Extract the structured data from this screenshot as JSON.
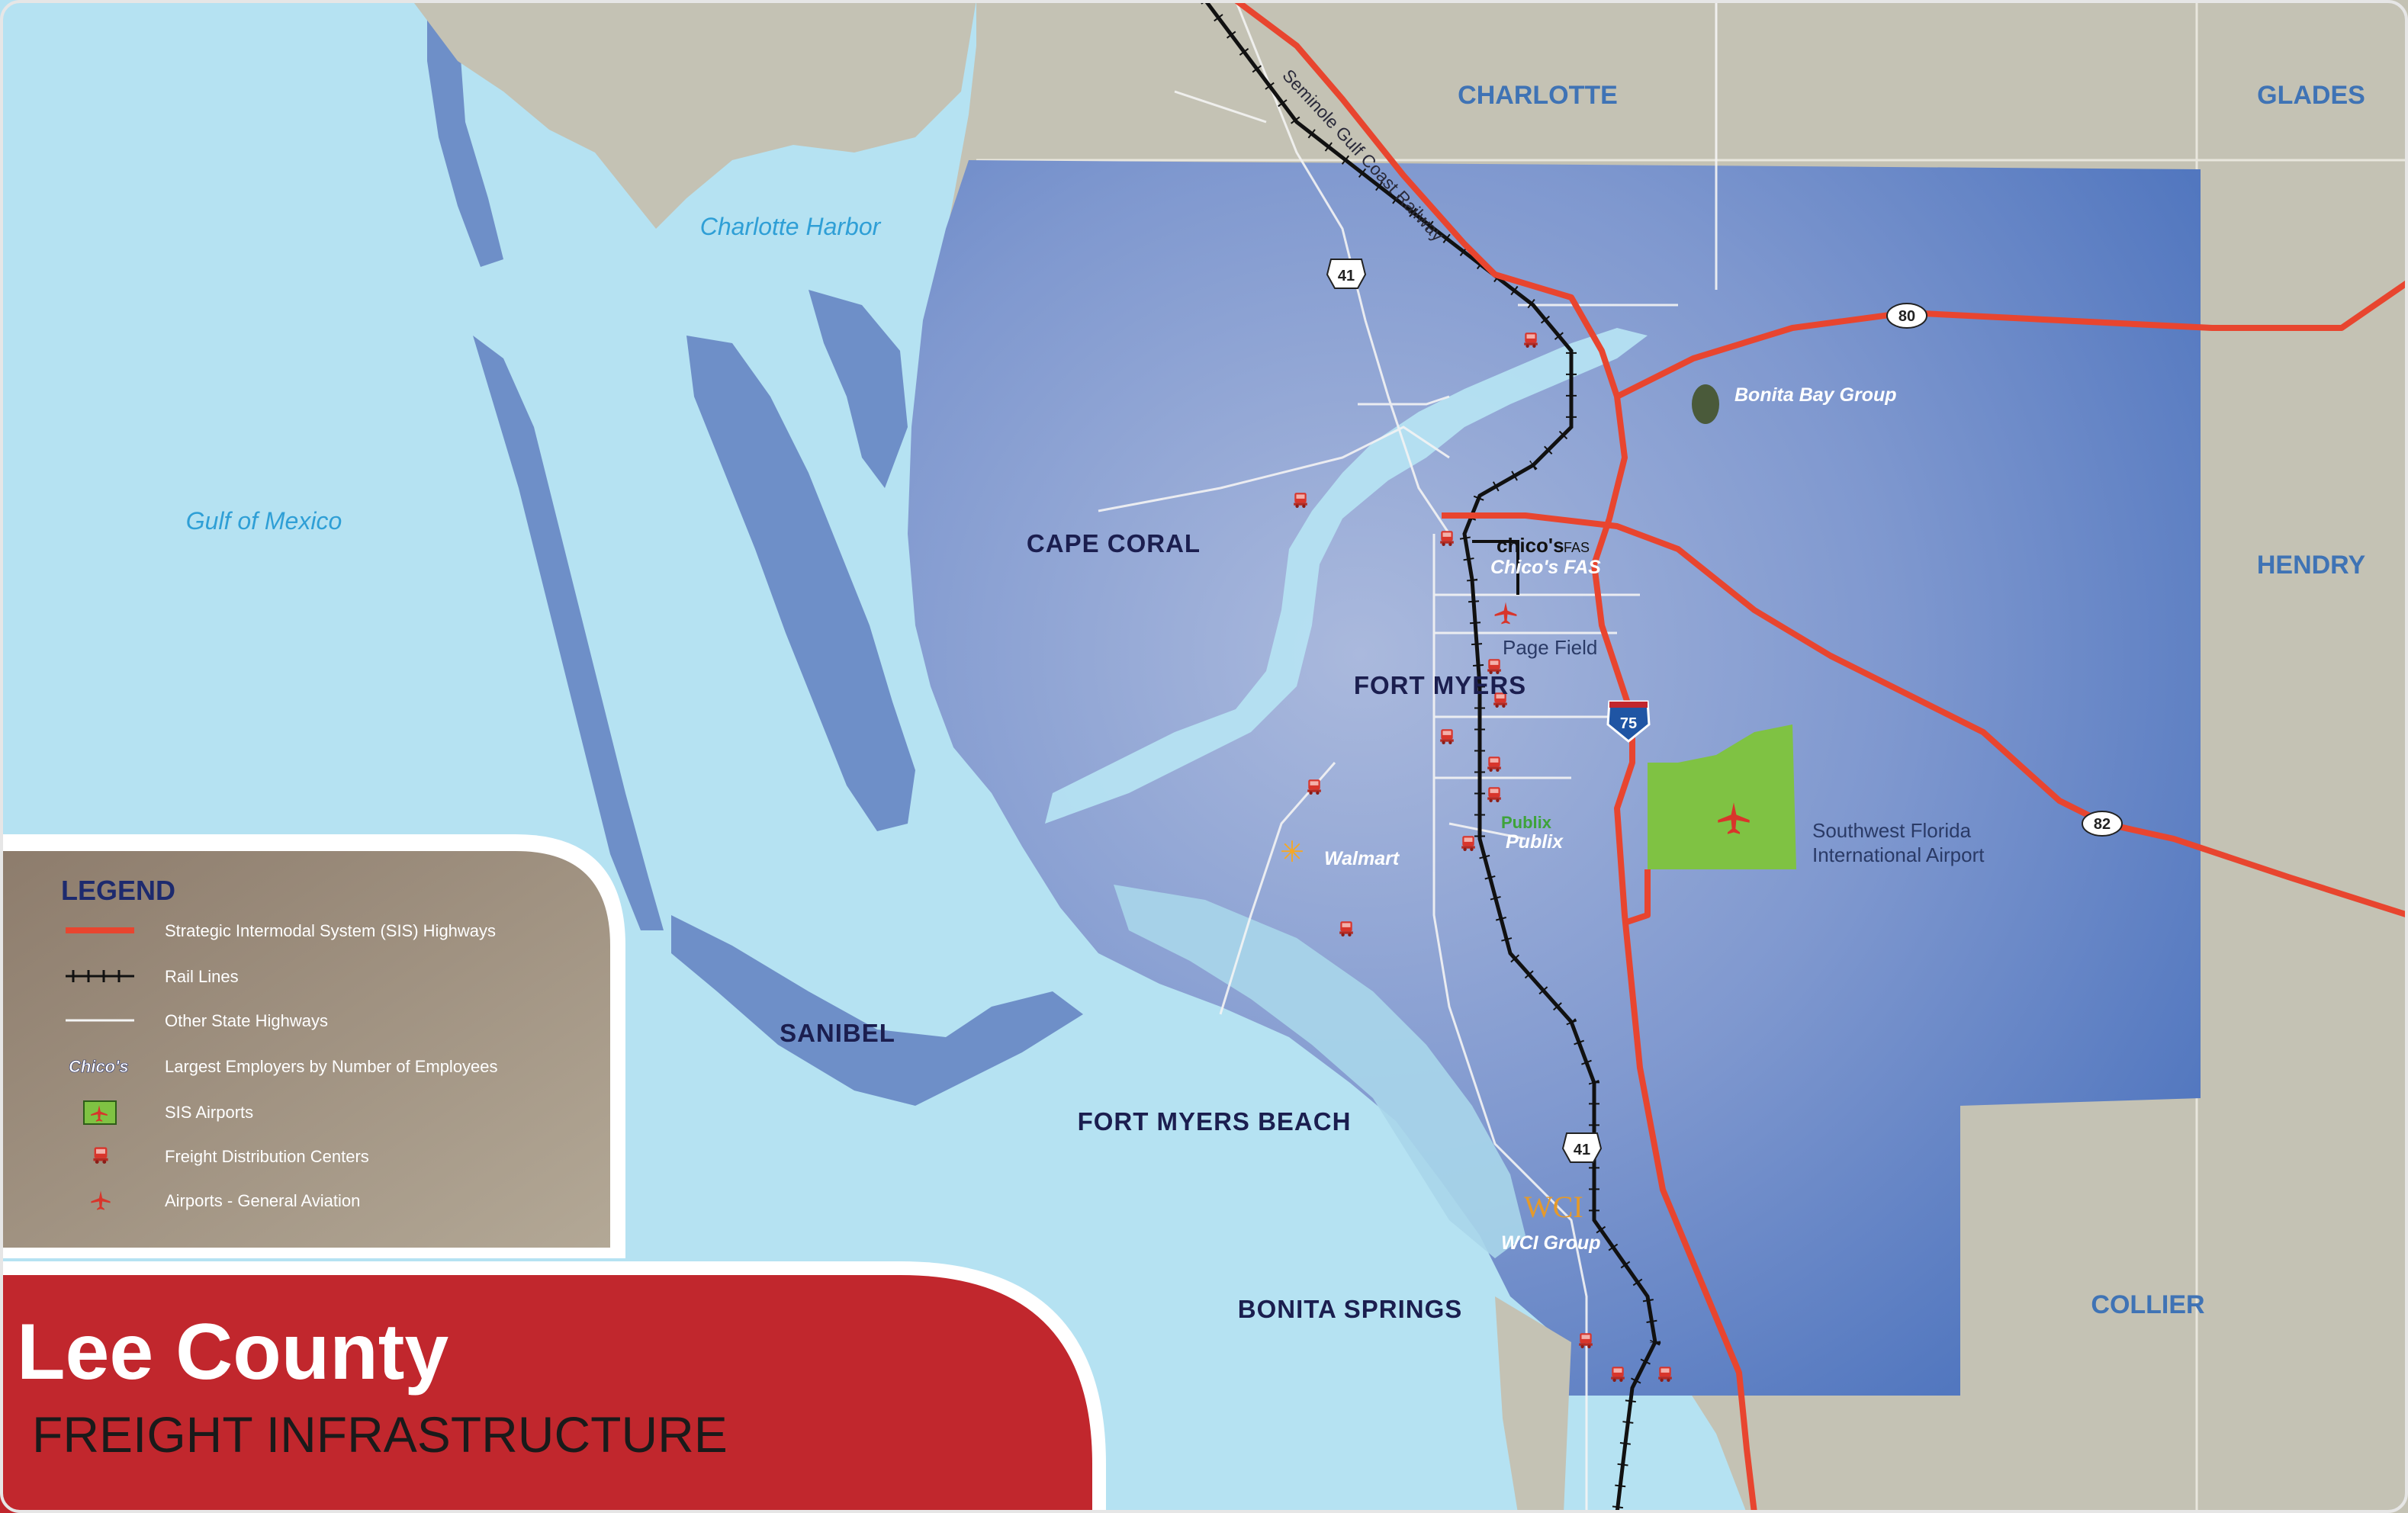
{
  "title": {
    "main": "Lee County",
    "sub": "FREIGHT INFRASTRUCTURE"
  },
  "counties": {
    "charlotte": "CHARLOTTE",
    "glades": "GLADES",
    "hendry": "HENDRY",
    "collier": "COLLIER"
  },
  "cities": {
    "cape_coral": "CAPE CORAL",
    "fort_myers": "FORT MYERS",
    "sanibel": "SANIBEL",
    "fort_myers_beach": "FORT MYERS BEACH",
    "bonita_springs": "BONITA SPRINGS"
  },
  "water": {
    "gulf": "Gulf of Mexico",
    "harbor": "Charlotte Harbor"
  },
  "rail_label": "Seminole Gulf Coast Railway",
  "shields": {
    "us41_north": "41",
    "us41_south": "41",
    "sr80": "80",
    "sr82": "82",
    "i75": "75"
  },
  "employers": {
    "bonita_bay": "Bonita Bay Group",
    "chicos_logo": "chico's",
    "chicos_logo_suffix": "FAS",
    "chicos": "Chico's FAS",
    "publix_logo": "Publix",
    "publix": "Publix",
    "walmart": "Walmart",
    "wci_logo": "WCI",
    "wci": "WCI Group"
  },
  "airports": {
    "page_field": "Page Field",
    "rsw_line1": "Southwest Florida",
    "rsw_line2": "International Airport"
  },
  "legend": {
    "title": "LEGEND",
    "items": [
      {
        "symbol": "sis-highway",
        "label": "Strategic Intermodal System (SIS) Highways"
      },
      {
        "symbol": "rail",
        "label": "Rail Lines"
      },
      {
        "symbol": "state-highway",
        "label": "Other State Highways"
      },
      {
        "symbol": "employer",
        "sample": "Chico's",
        "label": "Largest Employers by Number of Employees"
      },
      {
        "symbol": "sis-airport",
        "label": "SIS Airports"
      },
      {
        "symbol": "freight-center",
        "label": "Freight Distribution Centers"
      },
      {
        "symbol": "ga-airport",
        "label": "Airports - General Aviation"
      }
    ]
  },
  "colors": {
    "gulf_water": "#b5e2f2",
    "land": "#c4c2b4",
    "lee_county": "#6e8fc8",
    "sis_highway": "#e8452f",
    "rail": "#111111",
    "sis_airport": "#7fc243",
    "title_band": "#c1272d",
    "legend_bg": "#8f8170"
  }
}
